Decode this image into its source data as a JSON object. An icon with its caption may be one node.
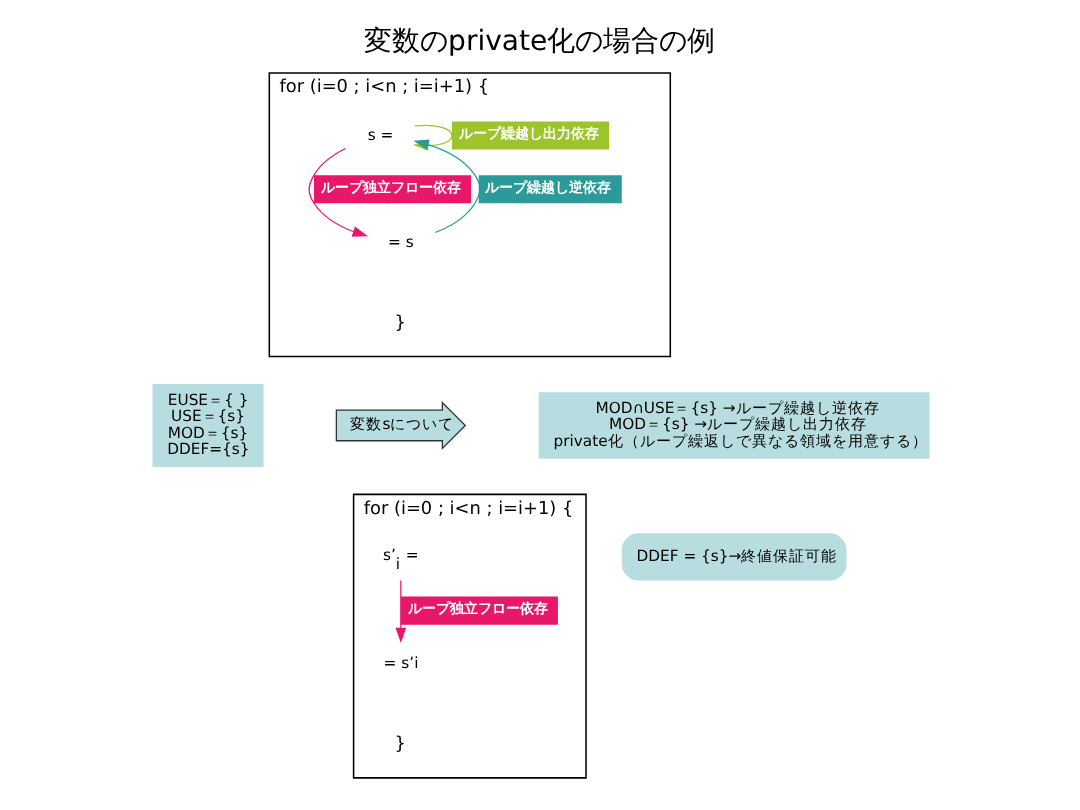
{
  "diagram": {
    "title": "変数のprivate化の場合の例",
    "nodes": [
      {
        "text": [
          "for (i=0 ; i<n ; i=i+1) {",
          "}"
        ]
      },
      {
        "text": [
          "s ="
        ],
        "in": 0
      },
      {
        "text": [
          "= s"
        ],
        "in": 0
      },
      {
        "text": [
          "EUSE＝{ }",
          "USE＝{s}",
          "MOD＝{s}",
          "DDEF={s}"
        ]
      },
      {
        "text": [
          "変数sについて"
        ]
      },
      {
        "text": [
          "MOD∩USE＝{s} →ループ繰越し逆依存",
          "MOD＝{s} →ループ繰越し出力依存",
          "private化（ループ繰返しで異なる領域を用意する）"
        ]
      },
      {
        "text": [
          "DDEF = {s}→終値保証可能"
        ]
      },
      {
        "text": [
          "for (i=0 ; i<n ; i=i+1) {",
          "}"
        ]
      },
      {
        "text": [
          "s’$_{i}$ ="
        ],
        "in": 7
      },
      {
        "text": [
          "= s’i"
        ],
        "in": 7
      }
    ],
    "edges": [
      {
        "from": 1,
        "to": 1,
        "arrow": "to",
        "label": "ループ繰越し出力依存",
        "color": "#9dc42b"
      },
      {
        "from": 1,
        "to": 2,
        "arrow": "to",
        "label": "ループ独立フロー依存",
        "color": "#e8176a"
      },
      {
        "from": 2,
        "to": 1,
        "arrow": "to",
        "label": "ループ繰越し逆依存",
        "color": "#2a9a9a"
      },
      {
        "from": 8,
        "to": 9,
        "arrow": "to",
        "label": "ループ独立フロー依存",
        "color": "#e8176a"
      }
    ]
  }
}
